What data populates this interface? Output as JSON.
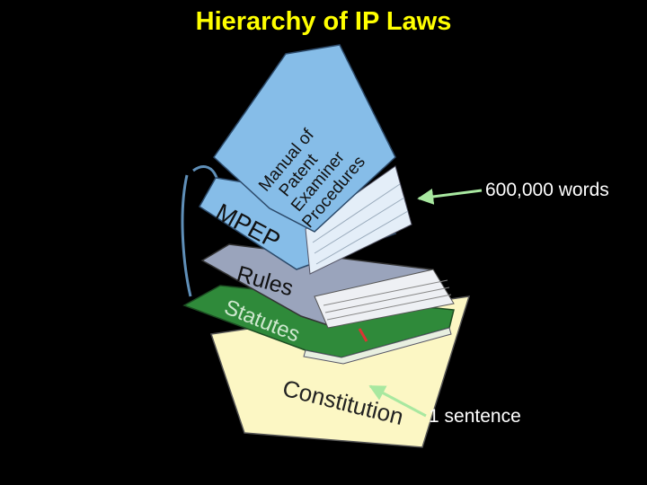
{
  "title": "Hierarchy of IP Laws",
  "books": {
    "constitution": "Constitution",
    "statutes": "Statutes",
    "rules": "Rules",
    "mpep_spine": "MPEP",
    "mpep_cover": [
      "Manual of",
      "Patent",
      "Examiner",
      "Procedures"
    ]
  },
  "callouts": {
    "top": "600,000 words",
    "bottom": "1 sentence"
  },
  "colors": {
    "title": "#ffff00",
    "arrow": "#a8e8a0",
    "constitution": "#fcf7c4",
    "statutes": "#2f8a3a",
    "rules": "#9aa4bc",
    "mpep": "#86bde8"
  }
}
